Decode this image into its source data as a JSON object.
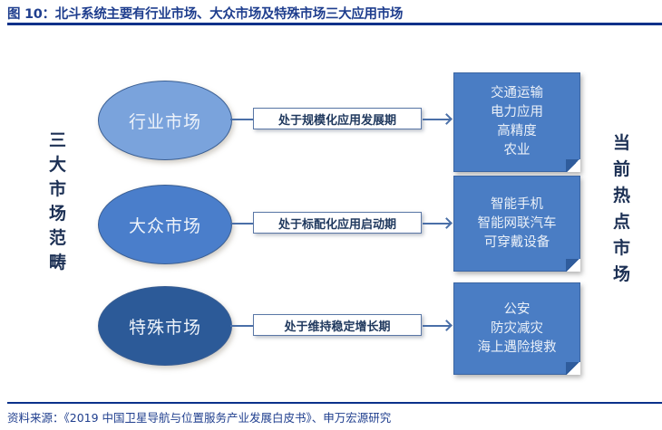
{
  "header": {
    "title": "图 10：北斗系统主要有行业市场、大众市场及特殊市场三大应用市场"
  },
  "left_label": [
    "三",
    "大",
    "市",
    "场",
    "范",
    "畴"
  ],
  "right_label": [
    "当",
    "前",
    "热",
    "点",
    "市",
    "场"
  ],
  "markets": [
    {
      "name": "行业市场",
      "phase": "处于规模化应用发展期",
      "hotspots": [
        "交通运输",
        "电力应用",
        "高精度",
        "农业"
      ],
      "color": "#7aa3dc"
    },
    {
      "name": "大众市场",
      "phase": "处于标配化应用启动期",
      "hotspots": [
        "智能手机",
        "智能网联汽车",
        "可穿戴设备"
      ],
      "color": "#4a7ecb"
    },
    {
      "name": "特殊市场",
      "phase": "处于维持稳定增长期",
      "hotspots": [
        "公安",
        "防灾减灾",
        "海上遇险搜救"
      ],
      "color": "#2c5a98"
    }
  ],
  "footer": {
    "source": "资料来源：《2019 中国卫星导航与位置服务产业发展白皮书》、申万宏源研究"
  }
}
